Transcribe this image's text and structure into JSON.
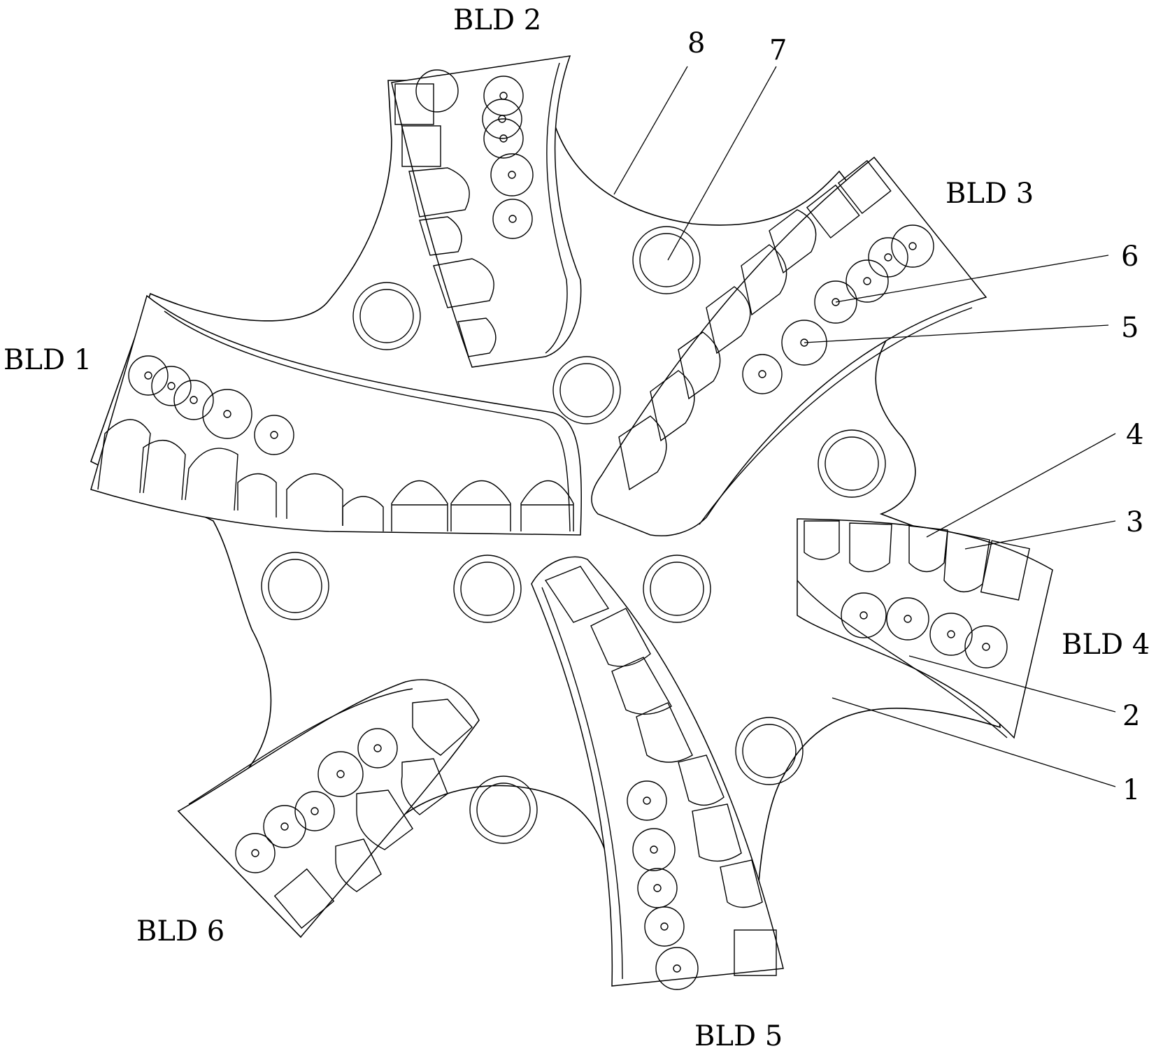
{
  "blades": [
    {
      "id": "blade-1",
      "label": "BLD 1"
    },
    {
      "id": "blade-2",
      "label": "BLD 2"
    },
    {
      "id": "blade-3",
      "label": "BLD 3"
    },
    {
      "id": "blade-4",
      "label": "BLD 4"
    },
    {
      "id": "blade-5",
      "label": "BLD 5"
    },
    {
      "id": "blade-6",
      "label": "BLD 6"
    }
  ],
  "callouts": [
    {
      "num": "1"
    },
    {
      "num": "2"
    },
    {
      "num": "3"
    },
    {
      "num": "4"
    },
    {
      "num": "5"
    },
    {
      "num": "6"
    },
    {
      "num": "7"
    },
    {
      "num": "8"
    }
  ]
}
